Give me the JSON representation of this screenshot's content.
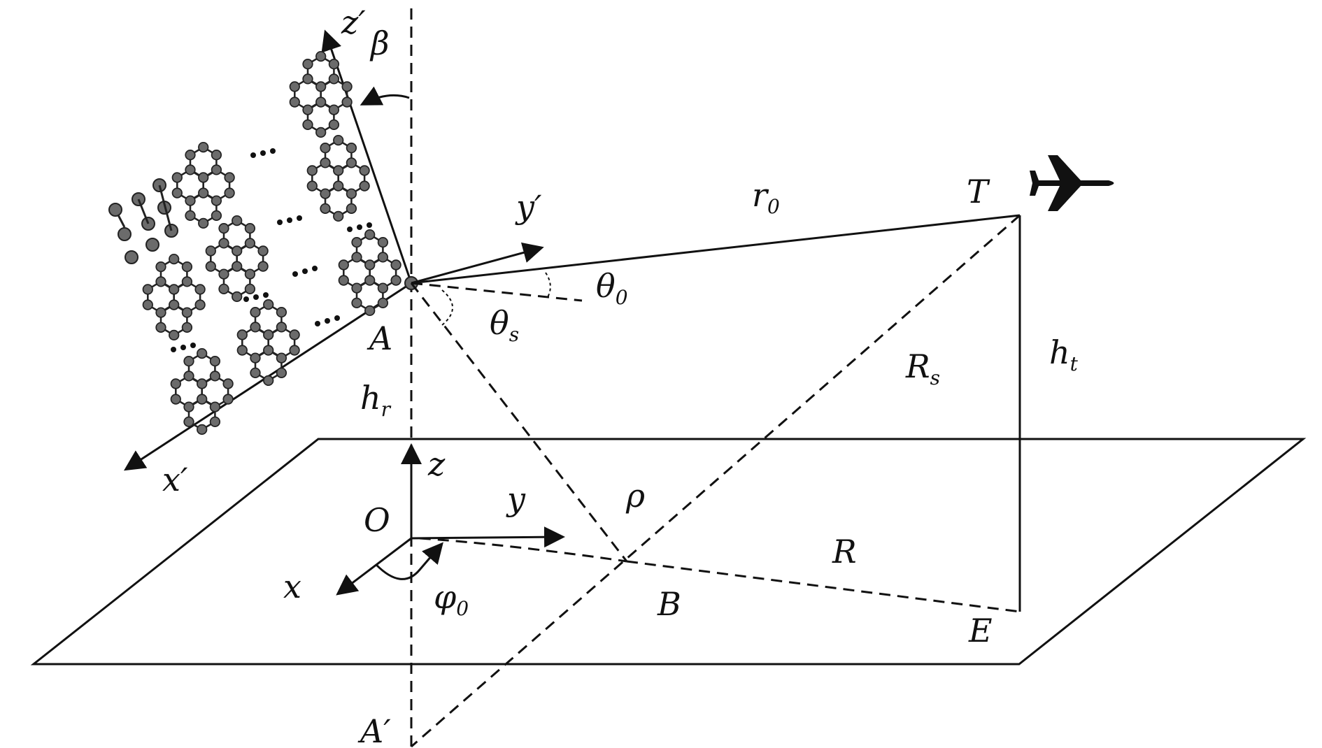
{
  "labels": {
    "z_prime": "z′",
    "beta": "β",
    "y_prime": "y′",
    "r": "r",
    "r_sub": "0",
    "T": "T",
    "theta0": "θ",
    "theta0_sub": "0",
    "theta_s": "θ",
    "theta_s_sub": "s",
    "A": "A",
    "h_r": "h",
    "h_r_sub": "r",
    "R_s": "R",
    "R_s_sub": "s",
    "h_t": "h",
    "h_t_sub": "t",
    "x_prime": "x′",
    "z": "z",
    "O": "O",
    "y": "y",
    "rho": "ρ",
    "R": "R",
    "x": "x",
    "phi0": "φ",
    "phi0_sub": "0",
    "B": "B",
    "E": "E",
    "A_prime": "A′"
  },
  "icons": {
    "aircraft": "airplane-icon",
    "ris_tile": "graphene-hexagon-cluster"
  },
  "colors": {
    "line": "#111111",
    "node_fill": "#6b6b6b",
    "node_stroke": "#222222"
  }
}
